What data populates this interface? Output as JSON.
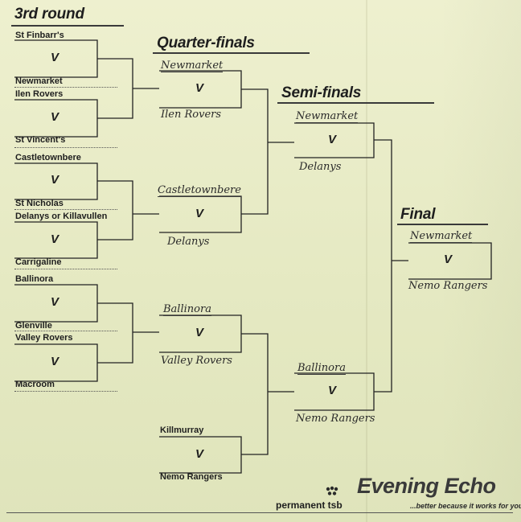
{
  "headings": {
    "third_round": "3rd round",
    "quarter_finals": "Quarter-finals",
    "semi_finals": "Semi-finals",
    "final": "Final"
  },
  "versus": "V",
  "third_round": {
    "teams": [
      "St Finbarr's",
      "Newmarket",
      "Ilen Rovers",
      "St Vincent's",
      "Castletownbere",
      "St Nicholas",
      "Delanys or Killavullen",
      "Carrigaline",
      "Ballinora",
      "Glenville",
      "Valley Rovers",
      "Macroom"
    ]
  },
  "quarter_finals": {
    "teams": [
      "Newmarket",
      "Ilen Rovers",
      "Castletownbere",
      "Delanys",
      "Ballinora",
      "Valley Rovers",
      "Killmurray",
      "Nemo Rangers"
    ]
  },
  "semi_finals": {
    "teams": [
      "Newmarket",
      "Delanys",
      "Ballinora",
      "Nemo Rangers"
    ]
  },
  "final": {
    "teams": [
      "Newmarket",
      "Nemo Rangers"
    ]
  },
  "sponsor": {
    "name": "permanent tsb",
    "brand": "Evening Echo",
    "tagline": "...better because it works for you"
  }
}
